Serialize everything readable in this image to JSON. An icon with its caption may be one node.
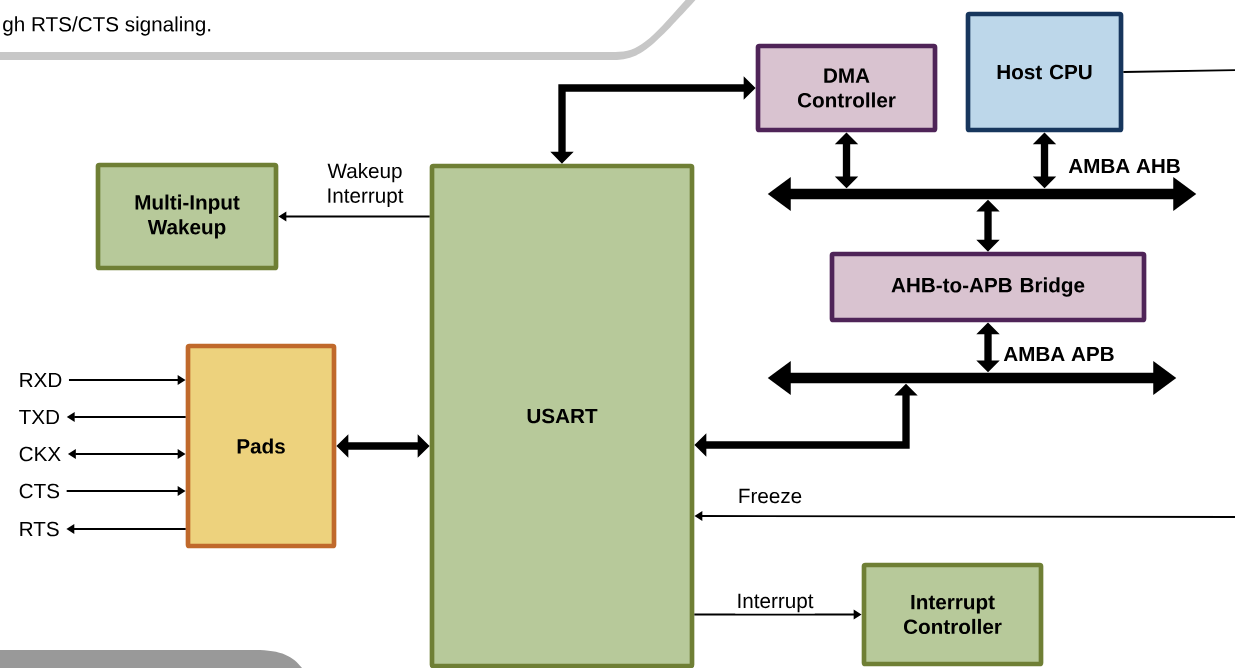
{
  "diagram": {
    "nodes": [
      {
        "text": [
          "DMA Controller"
        ]
      },
      {
        "text": [
          "Host CPU"
        ]
      },
      {
        "text": [
          "AMBA AHB"
        ]
      },
      {
        "text": [
          "AHB-to-APB Bridge"
        ]
      },
      {
        "text": [
          "AMBA APB"
        ]
      },
      {
        "text": [
          "Multi-Input Wakeup"
        ]
      },
      {
        "text": [
          "USART"
        ]
      },
      {
        "text": [
          "Pads"
        ]
      },
      {
        "text": [
          "Interrupt Controller"
        ]
      },
      {
        "text": [
          "RXD"
        ]
      },
      {
        "text": [
          "TXD"
        ]
      },
      {
        "text": [
          "CKX"
        ]
      },
      {
        "text": [
          "CTS"
        ]
      },
      {
        "text": [
          "RTS"
        ]
      }
    ],
    "edges": [
      {
        "from": 6,
        "to": 0,
        "arrow": "both",
        "style": "thick"
      },
      {
        "from": 0,
        "to": 2,
        "arrow": "both",
        "style": "thick"
      },
      {
        "from": 1,
        "to": 2,
        "arrow": "both",
        "style": "thick"
      },
      {
        "from": 2,
        "to": 3,
        "arrow": "both",
        "style": "thick"
      },
      {
        "from": 3,
        "to": 4,
        "arrow": "both",
        "style": "thick"
      },
      {
        "from": 4,
        "to": 6,
        "arrow": "both",
        "style": "thick"
      },
      {
        "from": 6,
        "to": 5,
        "arrow": "to",
        "label": "Wakeup Interrupt"
      },
      {
        "from": 7,
        "to": 6,
        "arrow": "both",
        "style": "thick"
      },
      {
        "from": 9,
        "to": 7,
        "arrow": "to"
      },
      {
        "from": 7,
        "to": 10,
        "arrow": "to"
      },
      {
        "from": 11,
        "to": 7,
        "arrow": "both"
      },
      {
        "from": 12,
        "to": 7,
        "arrow": "to"
      },
      {
        "from": 7,
        "to": 13,
        "arrow": "to"
      },
      {
        "from": 1,
        "to": null,
        "arrow": "none"
      },
      {
        "from": null,
        "to": 6,
        "arrow": "to",
        "label": "Freeze"
      },
      {
        "from": 6,
        "to": 8,
        "arrow": "to",
        "label": "Interrupt"
      }
    ],
    "labels": [
      "gh RTS/CTS signaling."
    ]
  }
}
